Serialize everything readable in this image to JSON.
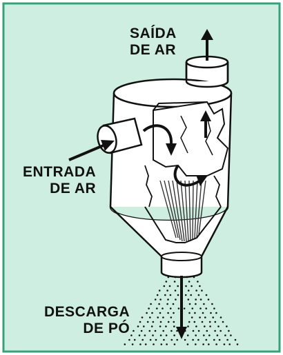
{
  "labels": {
    "air_outlet": [
      "SAÍDA",
      "DE AR"
    ],
    "air_inlet": [
      "ENTRADA",
      "DE AR"
    ],
    "dust_discharge": [
      "DESCARGA",
      "DE PÓ"
    ]
  },
  "colors": {
    "background_panel": "#cdeee0",
    "frame_border": "#34a27a",
    "outline": "#111111",
    "body_fill": "#ffffff"
  },
  "icons": [
    "arrow-icon",
    "swirl-arrow-icon"
  ]
}
